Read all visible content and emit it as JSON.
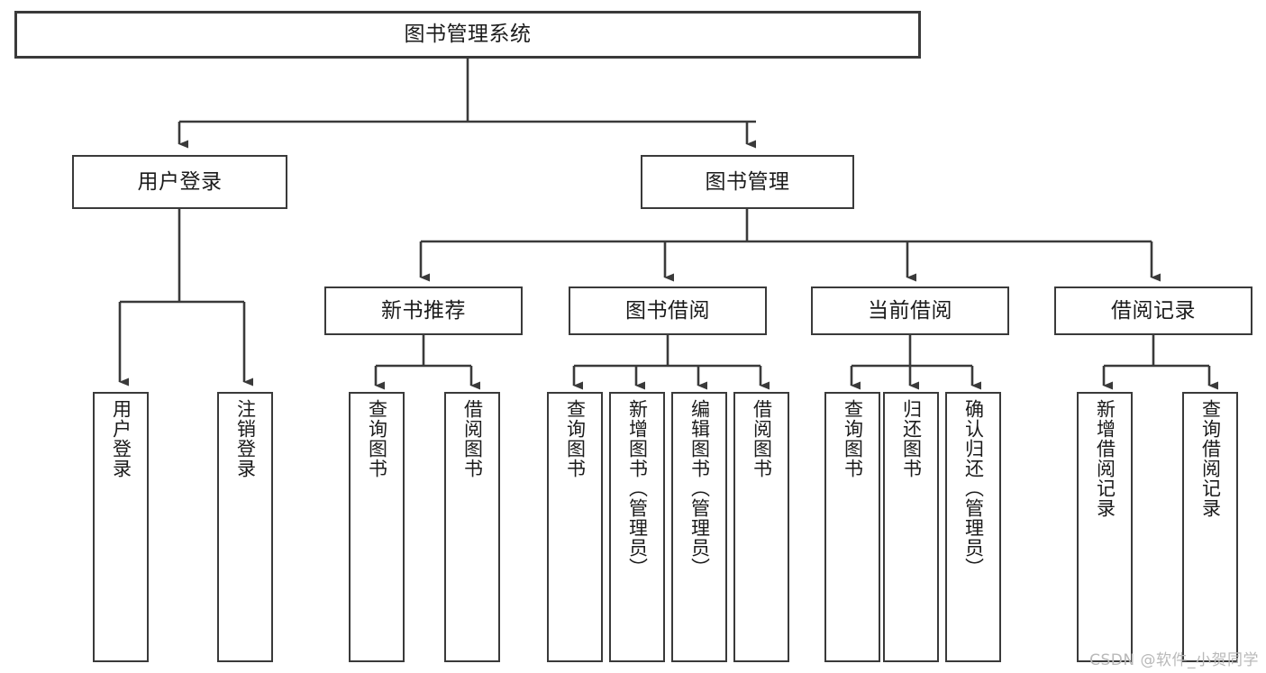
{
  "diagram": {
    "type": "tree-hierarchy",
    "title": "图书管理系统",
    "background_color": "#ffffff",
    "line_color": "#3a3a3a",
    "text_color": "#1b1b1b",
    "watermark": "CSDN @软件_小贺同学",
    "watermark_color": "#b9b9b9"
  },
  "nodes": {
    "root": {
      "label": "图书管理系统"
    },
    "level1": [
      {
        "id": "user-login",
        "label": "用户登录"
      },
      {
        "id": "book-management",
        "label": "图书管理"
      }
    ],
    "level2": [
      {
        "id": "new-book-recommend",
        "label": "新书推荐"
      },
      {
        "id": "book-borrow",
        "label": "图书借阅"
      },
      {
        "id": "current-borrow",
        "label": "当前借阅"
      },
      {
        "id": "borrow-record",
        "label": "借阅记录"
      }
    ],
    "leaves": {
      "user_login": [
        {
          "id": "leaf-user-login",
          "label": "用户登录"
        },
        {
          "id": "leaf-user-logout",
          "label": "注销登录"
        }
      ],
      "new_book_recommend": [
        {
          "id": "leaf-query-book-1",
          "label": "查询图书"
        },
        {
          "id": "leaf-borrow-book-1",
          "label": "借阅图书"
        }
      ],
      "book_borrow": [
        {
          "id": "leaf-query-book-2",
          "label": "查询图书"
        },
        {
          "id": "leaf-add-book",
          "label": "新增图书（管理员）"
        },
        {
          "id": "leaf-edit-book",
          "label": "编辑图书（管理员）"
        },
        {
          "id": "leaf-borrow-book-2",
          "label": "借阅图书"
        }
      ],
      "current_borrow": [
        {
          "id": "leaf-query-book-3",
          "label": "查询图书"
        },
        {
          "id": "leaf-return-book",
          "label": "归还图书"
        },
        {
          "id": "leaf-confirm-return",
          "label": "确认归还（管理员）"
        }
      ],
      "borrow_record": [
        {
          "id": "leaf-add-record",
          "label": "新增借阅记录"
        },
        {
          "id": "leaf-query-record",
          "label": "查询借阅记录"
        }
      ]
    }
  }
}
